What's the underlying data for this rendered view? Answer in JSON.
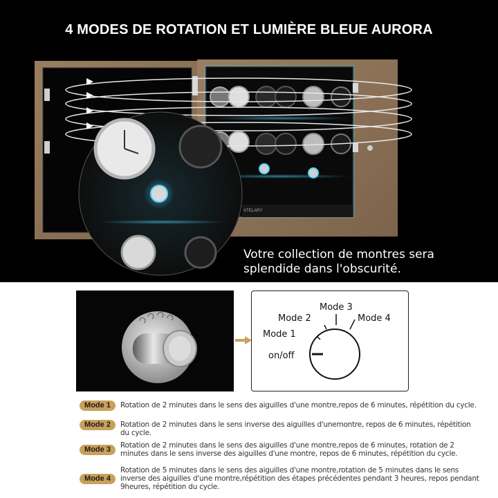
{
  "hero": {
    "title": "4 MODES DE ROTATION ET LUMIÈRE BLEUE AURORA",
    "caption": "Votre collection de montres sera splendide dans l'obscurité.",
    "brand_mark": "XTELARY"
  },
  "dial": {
    "labels": {
      "on_off": "on/off",
      "mode1": "Mode 1",
      "mode2": "Mode 2",
      "mode3": "Mode 3",
      "mode4": "Mode 4"
    }
  },
  "modes": [
    {
      "badge": "Mode 1",
      "text": "Rotation de 2 minutes dans le sens des aiguilles d'une montre,repos de 6 minutes, répétition du cycle."
    },
    {
      "badge": "Mode 2",
      "text": "Rotation de 2 minutes dans le sens inverse des aiguilles d'unemontre, repos de 6 minutes, répétition du cycle."
    },
    {
      "badge": "Mode 3",
      "text": "Rotation de 2 minutes dans le sens des aiguilles d'une montre,repos de 6 minutes, rotation de 2 minutes dans le sens inverse des aiguilles d'une montre, repos de 6 minutes, répétition du cycle."
    },
    {
      "badge": "Mode 4",
      "text": "Rotation de 5 minutes dans le sens des aiguilles d'une montre,rotation de 5 minutes dans le sens inverse des aiguilles d'une montre,répétition des étapes précédentes pendant 3 heures, repos pendant 9heures, répétition du cycle."
    }
  ],
  "colors": {
    "badge": "#c9a15a",
    "arrow": "#c9a15a",
    "wood": "#8a6f55",
    "led_blue": "#4fd2ff"
  }
}
